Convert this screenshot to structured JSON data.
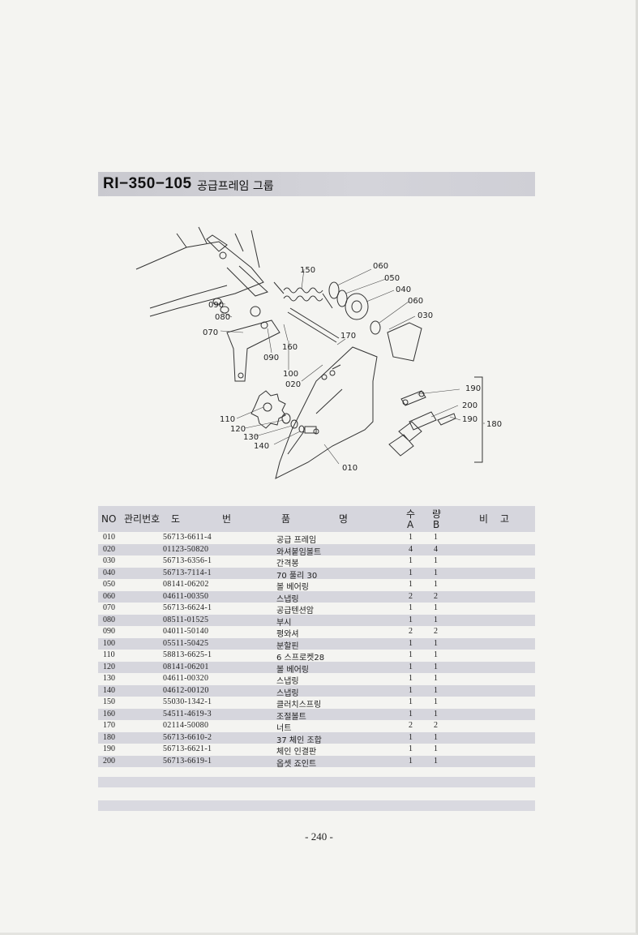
{
  "header": {
    "code": "RI−350−105",
    "title": "공급프레임 그룹"
  },
  "diagram": {
    "callouts": [
      "150",
      "060",
      "050",
      "040",
      "060",
      "030",
      "090",
      "080",
      "070",
      "170",
      "160",
      "090",
      "100",
      "020",
      "190",
      "200",
      "190",
      "180",
      "110",
      "120",
      "130",
      "140",
      "010"
    ]
  },
  "table": {
    "headers": {
      "no": "NO",
      "mgmt": "관리번호",
      "do": "도",
      "beon": "번",
      "pum": "품",
      "myeong": "명",
      "su": "수",
      "ryang": "량",
      "a": "A",
      "b": "B",
      "bi": "비",
      "go": "고"
    },
    "rows": [
      {
        "no": "010",
        "part": "56713-6611-4",
        "name": "공급 프레임",
        "a": "1",
        "b": "1"
      },
      {
        "no": "020",
        "part": "01123-50820",
        "name": "와셔붙임볼트",
        "a": "4",
        "b": "4"
      },
      {
        "no": "030",
        "part": "56713-6356-1",
        "name": "간격봉",
        "a": "1",
        "b": "1"
      },
      {
        "no": "040",
        "part": "56713-7114-1",
        "name": "70 풀리 30",
        "a": "1",
        "b": "1"
      },
      {
        "no": "050",
        "part": "08141-06202",
        "name": "볼 베어링",
        "a": "1",
        "b": "1"
      },
      {
        "no": "060",
        "part": "04611-00350",
        "name": "스냅링",
        "a": "2",
        "b": "2"
      },
      {
        "no": "070",
        "part": "56713-6624-1",
        "name": "공급텐션암",
        "a": "1",
        "b": "1"
      },
      {
        "no": "080",
        "part": "08511-01525",
        "name": "부시",
        "a": "1",
        "b": "1"
      },
      {
        "no": "090",
        "part": "04011-50140",
        "name": "평와셔",
        "a": "2",
        "b": "2"
      },
      {
        "no": "100",
        "part": "05511-50425",
        "name": "분할핀",
        "a": "1",
        "b": "1"
      },
      {
        "no": "110",
        "part": "58813-6625-1",
        "name": "6 스프로켓28",
        "a": "1",
        "b": "1"
      },
      {
        "no": "120",
        "part": "08141-06201",
        "name": "볼 베어링",
        "a": "1",
        "b": "1"
      },
      {
        "no": "130",
        "part": "04611-00320",
        "name": "스냅링",
        "a": "1",
        "b": "1"
      },
      {
        "no": "140",
        "part": "04612-00120",
        "name": "스냅링",
        "a": "1",
        "b": "1"
      },
      {
        "no": "150",
        "part": "55030-1342-1",
        "name": "클러치스프링",
        "a": "1",
        "b": "1"
      },
      {
        "no": "160",
        "part": "54511-4619-3",
        "name": "조절볼트",
        "a": "1",
        "b": "1"
      },
      {
        "no": "170",
        "part": "02114-50080",
        "name": "너트",
        "a": "2",
        "b": "2"
      },
      {
        "no": "180",
        "part": "56713-6610-2",
        "name": "37 체인 조합",
        "a": "1",
        "b": "1"
      },
      {
        "no": "190",
        "part": "56713-6621-1",
        "name": "체인 인결판",
        "a": "1",
        "b": "1"
      },
      {
        "no": "200",
        "part": "56713-6619-1",
        "name": "옵셋 죠인트",
        "a": "1",
        "b": "1"
      }
    ]
  },
  "footer": {
    "page": "- 240 -"
  }
}
